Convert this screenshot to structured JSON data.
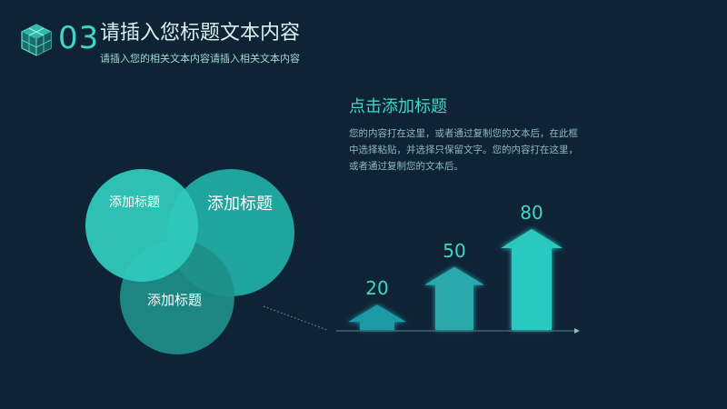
{
  "header": {
    "number": "03",
    "title": "请插入您标题文本内容",
    "subtitle": "请插入您的相关文本内容请插入相关文本内容"
  },
  "block": {
    "title": "点击添加标题",
    "body": "您的内容打在这里，或者通过复制您的文本后，在此框中选择粘贴，并选择只保留文字。您的内容打在这里，或者通过复制您的文本后。"
  },
  "venn": {
    "labels": [
      "添加标题",
      "添加标题",
      "添加标题"
    ]
  },
  "colors": {
    "background": "#0f2336",
    "accent": "#3fd6c6",
    "circle_light": "#2fc9bb",
    "circle_mid": "#22b3aa",
    "circle_dark": "#1e8f8a",
    "arrow_small": "#1f9aa3",
    "arrow_mid": "#2aa9ad",
    "arrow_big": "#2cc9bf"
  },
  "chart_data": {
    "type": "bar",
    "categories": [
      "",
      "",
      ""
    ],
    "values": [
      20,
      50,
      80
    ],
    "title": "",
    "xlabel": "",
    "ylabel": "",
    "ylim": [
      0,
      100
    ],
    "grid": false
  }
}
